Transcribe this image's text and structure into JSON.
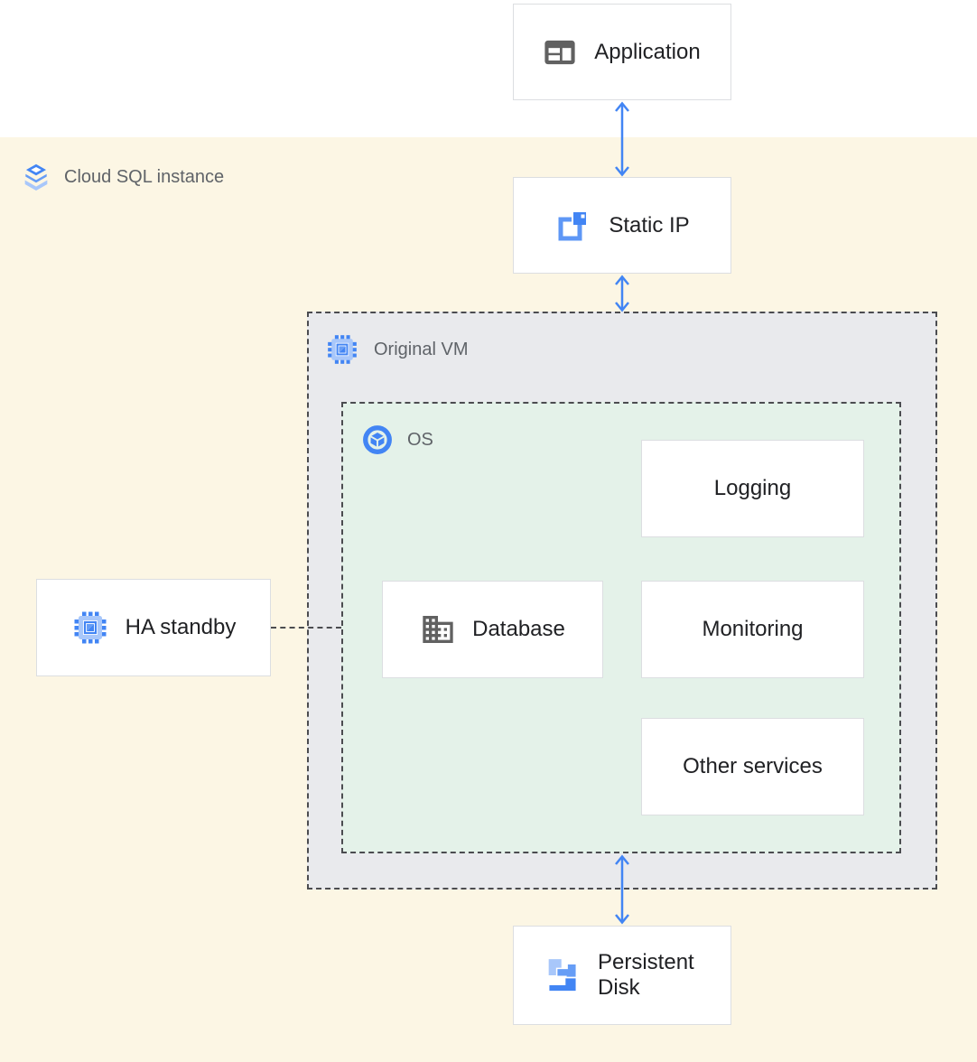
{
  "region": {
    "label": "Cloud SQL instance"
  },
  "nodes": {
    "application": {
      "label": "Application"
    },
    "static_ip": {
      "label": "Static IP"
    },
    "original_vm": {
      "label": "Original VM"
    },
    "os": {
      "label": "OS"
    },
    "logging": {
      "label": "Logging"
    },
    "database": {
      "label": "Database"
    },
    "monitoring": {
      "label": "Monitoring"
    },
    "other_services": {
      "label": "Other services"
    },
    "ha_standby": {
      "label": "HA standby"
    },
    "persistent_disk": {
      "label": "Persistent Disk"
    }
  },
  "connections": [
    {
      "from": "application",
      "to": "static_ip",
      "style": "double-headed-arrow"
    },
    {
      "from": "static_ip",
      "to": "original_vm",
      "style": "double-headed-arrow"
    },
    {
      "from": "os",
      "to": "persistent_disk",
      "style": "double-headed-arrow"
    },
    {
      "from": "ha_standby",
      "to": "original_vm",
      "style": "dashed-line"
    }
  ],
  "colors": {
    "bg-cream": "#fcf6e4",
    "bg-vm": "#e9eaed",
    "bg-os": "#e4f2e9",
    "card-border": "#dcdee1",
    "dash": "#4b4c50",
    "blue": "#4285f4",
    "blue-med": "#669df6",
    "blue-light": "#a8c7fa",
    "blue-outline": "#5e97f6",
    "gray-icon": "#616161",
    "text-dark": "#202124",
    "text-gray": "#5f6368"
  }
}
